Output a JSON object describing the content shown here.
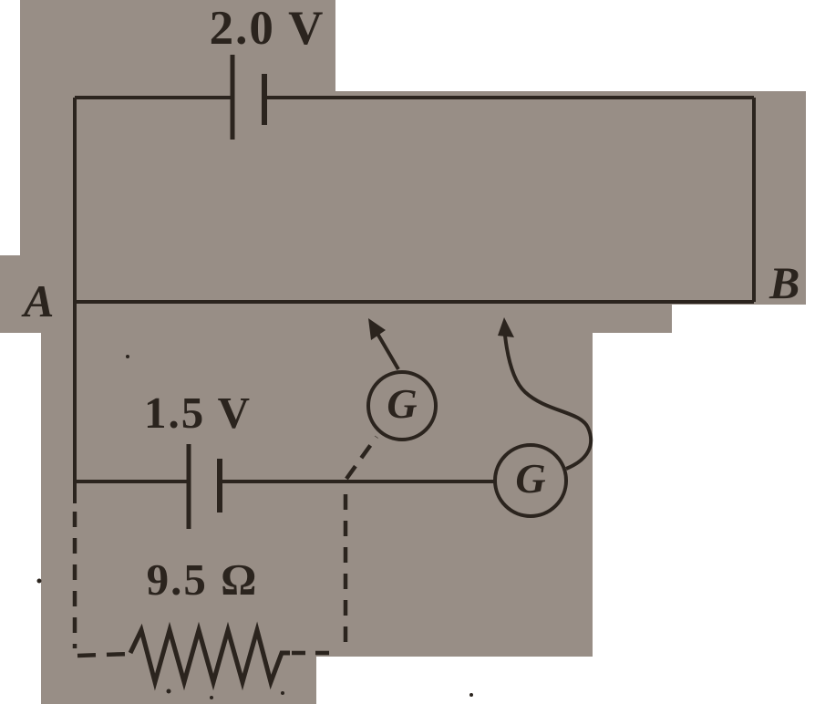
{
  "labels": {
    "battery_top": "2.0 V",
    "battery_lower": "1.5 V",
    "resistor": "9.5 Ω",
    "wire_end_left": "A",
    "wire_end_right": "B",
    "galvanometer_upper": "G",
    "galvanometer_lower": "G"
  },
  "colors": {
    "paper": "#988e86",
    "ink": "#2b241e",
    "page_background": "#ffffff"
  }
}
